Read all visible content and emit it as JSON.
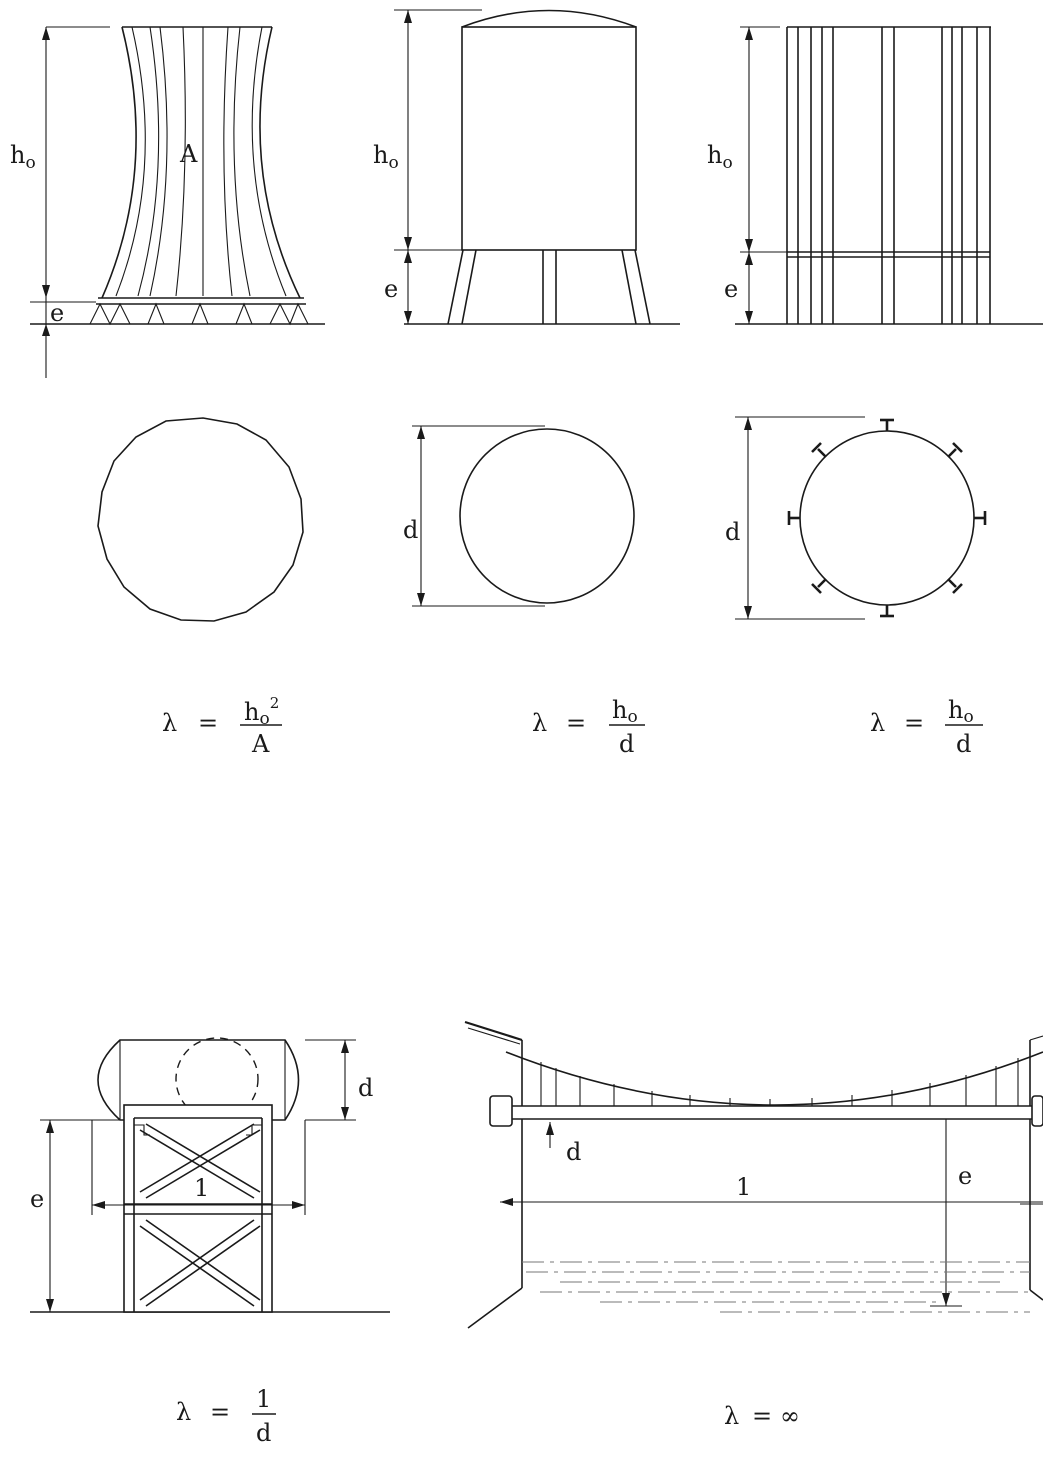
{
  "labels": {
    "h0": "h",
    "h0_sub": "o",
    "e": "e",
    "A": "A",
    "d": "d",
    "l": "1"
  },
  "formulas": {
    "lambda": "λ",
    "equals": "=",
    "tower": {
      "num_main": "h",
      "num_sub": "o",
      "num_sup": "2",
      "den": "A"
    },
    "tank": {
      "num_main": "h",
      "num_sub": "o",
      "den": "d"
    },
    "silo": {
      "num_main": "h",
      "num_sub": "o",
      "den": "d"
    },
    "vessel": {
      "num": "1",
      "den": "d"
    },
    "bridge": {
      "value": "∞"
    }
  }
}
